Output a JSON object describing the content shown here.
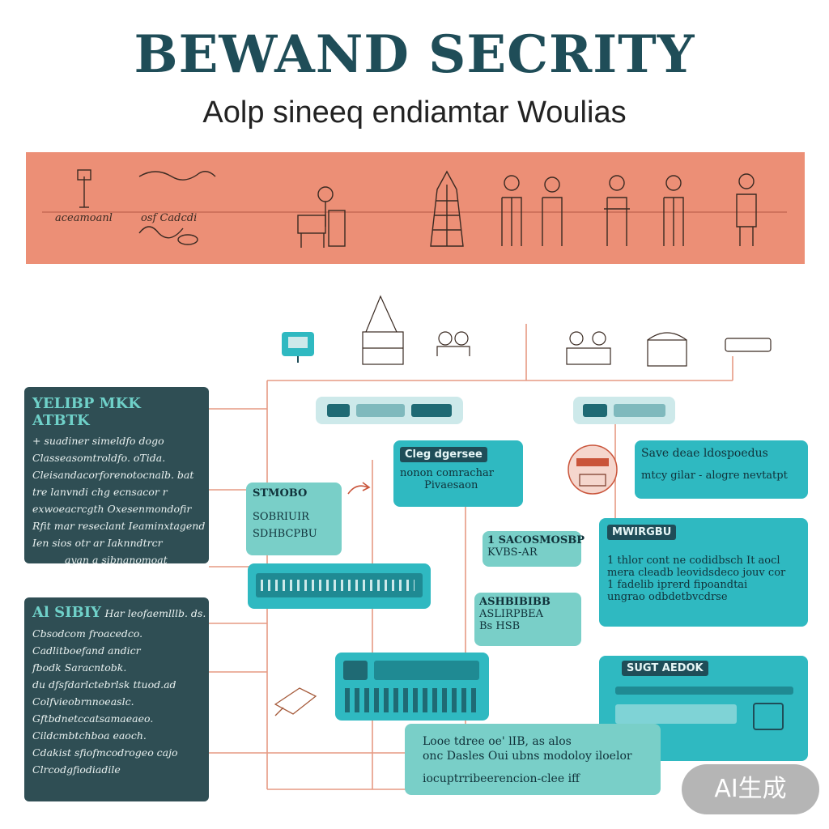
{
  "header": {
    "title": "BEWAND SECRITY",
    "subtitle": "Aolp sineeq endiamtar Woulias"
  },
  "banner": {
    "left_labels": [
      "aceamoanl",
      "osf Cadcdi"
    ],
    "color": "#ec8f76"
  },
  "left_panel_top": {
    "heading": "YELIBP MKK ATBTK",
    "lines": [
      "+ suadiner simeldfo dogo",
      "Classeasomtroldfo. oTida.",
      "Cleisandacorforenotocnalb. bat",
      "tre lanvndi chg ecnsacor r",
      "exwoeacrcgth Oxesenmondofir",
      "Rfit mar reseclant Ieaminxtagend",
      "Ien sios otr ar Iaknndtrcr",
      "ayan a sibnanomoat"
    ]
  },
  "left_panel_bottom": {
    "heading": "Al SIBIY",
    "heading_suffix": "Har leofaemlllb. ds.",
    "items": [
      "Cbsodcom froacedco.",
      "Cadlitboefand andicr",
      "fbodk Saracntobk.",
      "du dfsfdarlctebrlsk ttuod.ad",
      "Colfvieobrnnoeaslc.",
      "Gftbdnetccatsamaeaeo.",
      "Cildcmbtchboa eaoch.",
      "Cdakist sfiofmcodrogeo cajo",
      "Clrcodgfiodiadile"
    ]
  },
  "cards": {
    "c1": {
      "label": "Cleg dgersee",
      "line1": "nonon comrachar",
      "line2": "Pivaesaon"
    },
    "c2": {
      "label": "Save deae ldospoedus",
      "line1": "mtcy gilar - alogre nevtatpt"
    },
    "c3": {
      "label": "MWIRGBU",
      "lines": [
        "1 thlor cont ne codidbsch It aocl",
        "mera cleadb leovidsdeco jouv cor",
        "1 fadelib iprerd fipoandtai",
        "ungrao odbdetbvcdrse"
      ]
    },
    "c4": {
      "label": "1 SACOSMOSBP",
      "line1": "KVBS-AR"
    },
    "c5": {
      "label": "ASHBIBIBB",
      "line1": "ASLIRPBEA",
      "line2": "Bs HSB"
    },
    "c6": {
      "label": "SUGT AEDOK"
    },
    "c7": {
      "lines": [
        "Looe tdree oe' lIB, as alos",
        "onc Dasles Oui ubns modoloy iloelor",
        "iocuptrribeerencion-clee iff"
      ]
    },
    "c8": {
      "label": "STMOBO",
      "line1": "SOBRIUIR",
      "line2": "SDHBCPBU"
    }
  },
  "badge": {
    "text": "AI生成"
  }
}
